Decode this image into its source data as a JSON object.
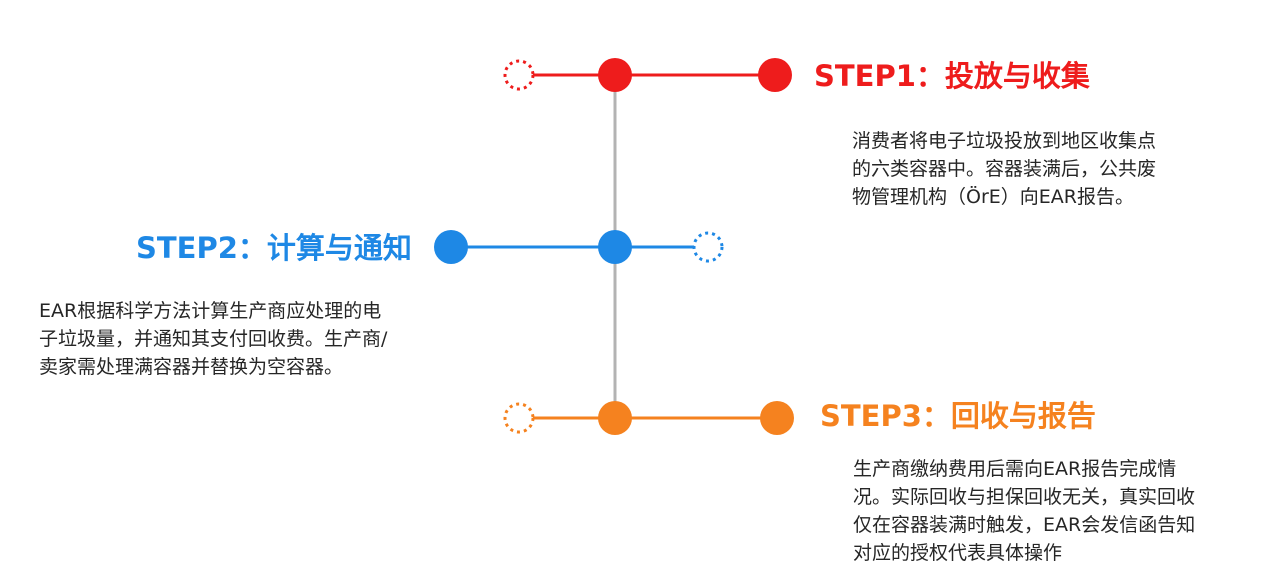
{
  "colors": {
    "step1": "#ee1c1c",
    "step2": "#1e88e5",
    "step3": "#f5821f",
    "spine": "#b3b3b3",
    "text": "#262626"
  },
  "steps": [
    {
      "title": "STEP1：投放与收集",
      "desc_lines": [
        "消费者将电子垃圾投放到地区收集点",
        "的六类容器中。容器装满后，公共废",
        "物管理机构（ÖrE）向EAR报告。"
      ]
    },
    {
      "title": "STEP2：计算与通知",
      "desc_lines": [
        "EAR根据科学方法计算生产商应处理的电",
        "子垃圾量，并通知其支付回收费。生产商/",
        "卖家需处理满容器并替换为空容器。"
      ]
    },
    {
      "title": "STEP3：回收与报告",
      "desc_lines": [
        "生产商缴纳费用后需向EAR报告完成情",
        "况。实际回收与担保回收无关，真实回收",
        "仅在容器装满时触发，EAR会发信函告知",
        "对应的授权代表具体操作"
      ]
    }
  ]
}
